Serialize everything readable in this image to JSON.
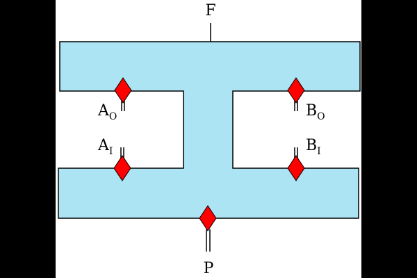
{
  "labels": {
    "top_force": "F",
    "bottom_force": "P",
    "a_outer": {
      "letter": "A",
      "sub": "O"
    },
    "b_outer": {
      "letter": "B",
      "sub": "O"
    },
    "a_inner": {
      "letter": "A",
      "sub": "I"
    },
    "b_inner": {
      "letter": "B",
      "sub": "I"
    }
  },
  "colors": {
    "background": "#000000",
    "canvas": "#ffffff",
    "body_fill": "#ade4f4",
    "stroke": "#000000",
    "marker": "#ff0000"
  }
}
